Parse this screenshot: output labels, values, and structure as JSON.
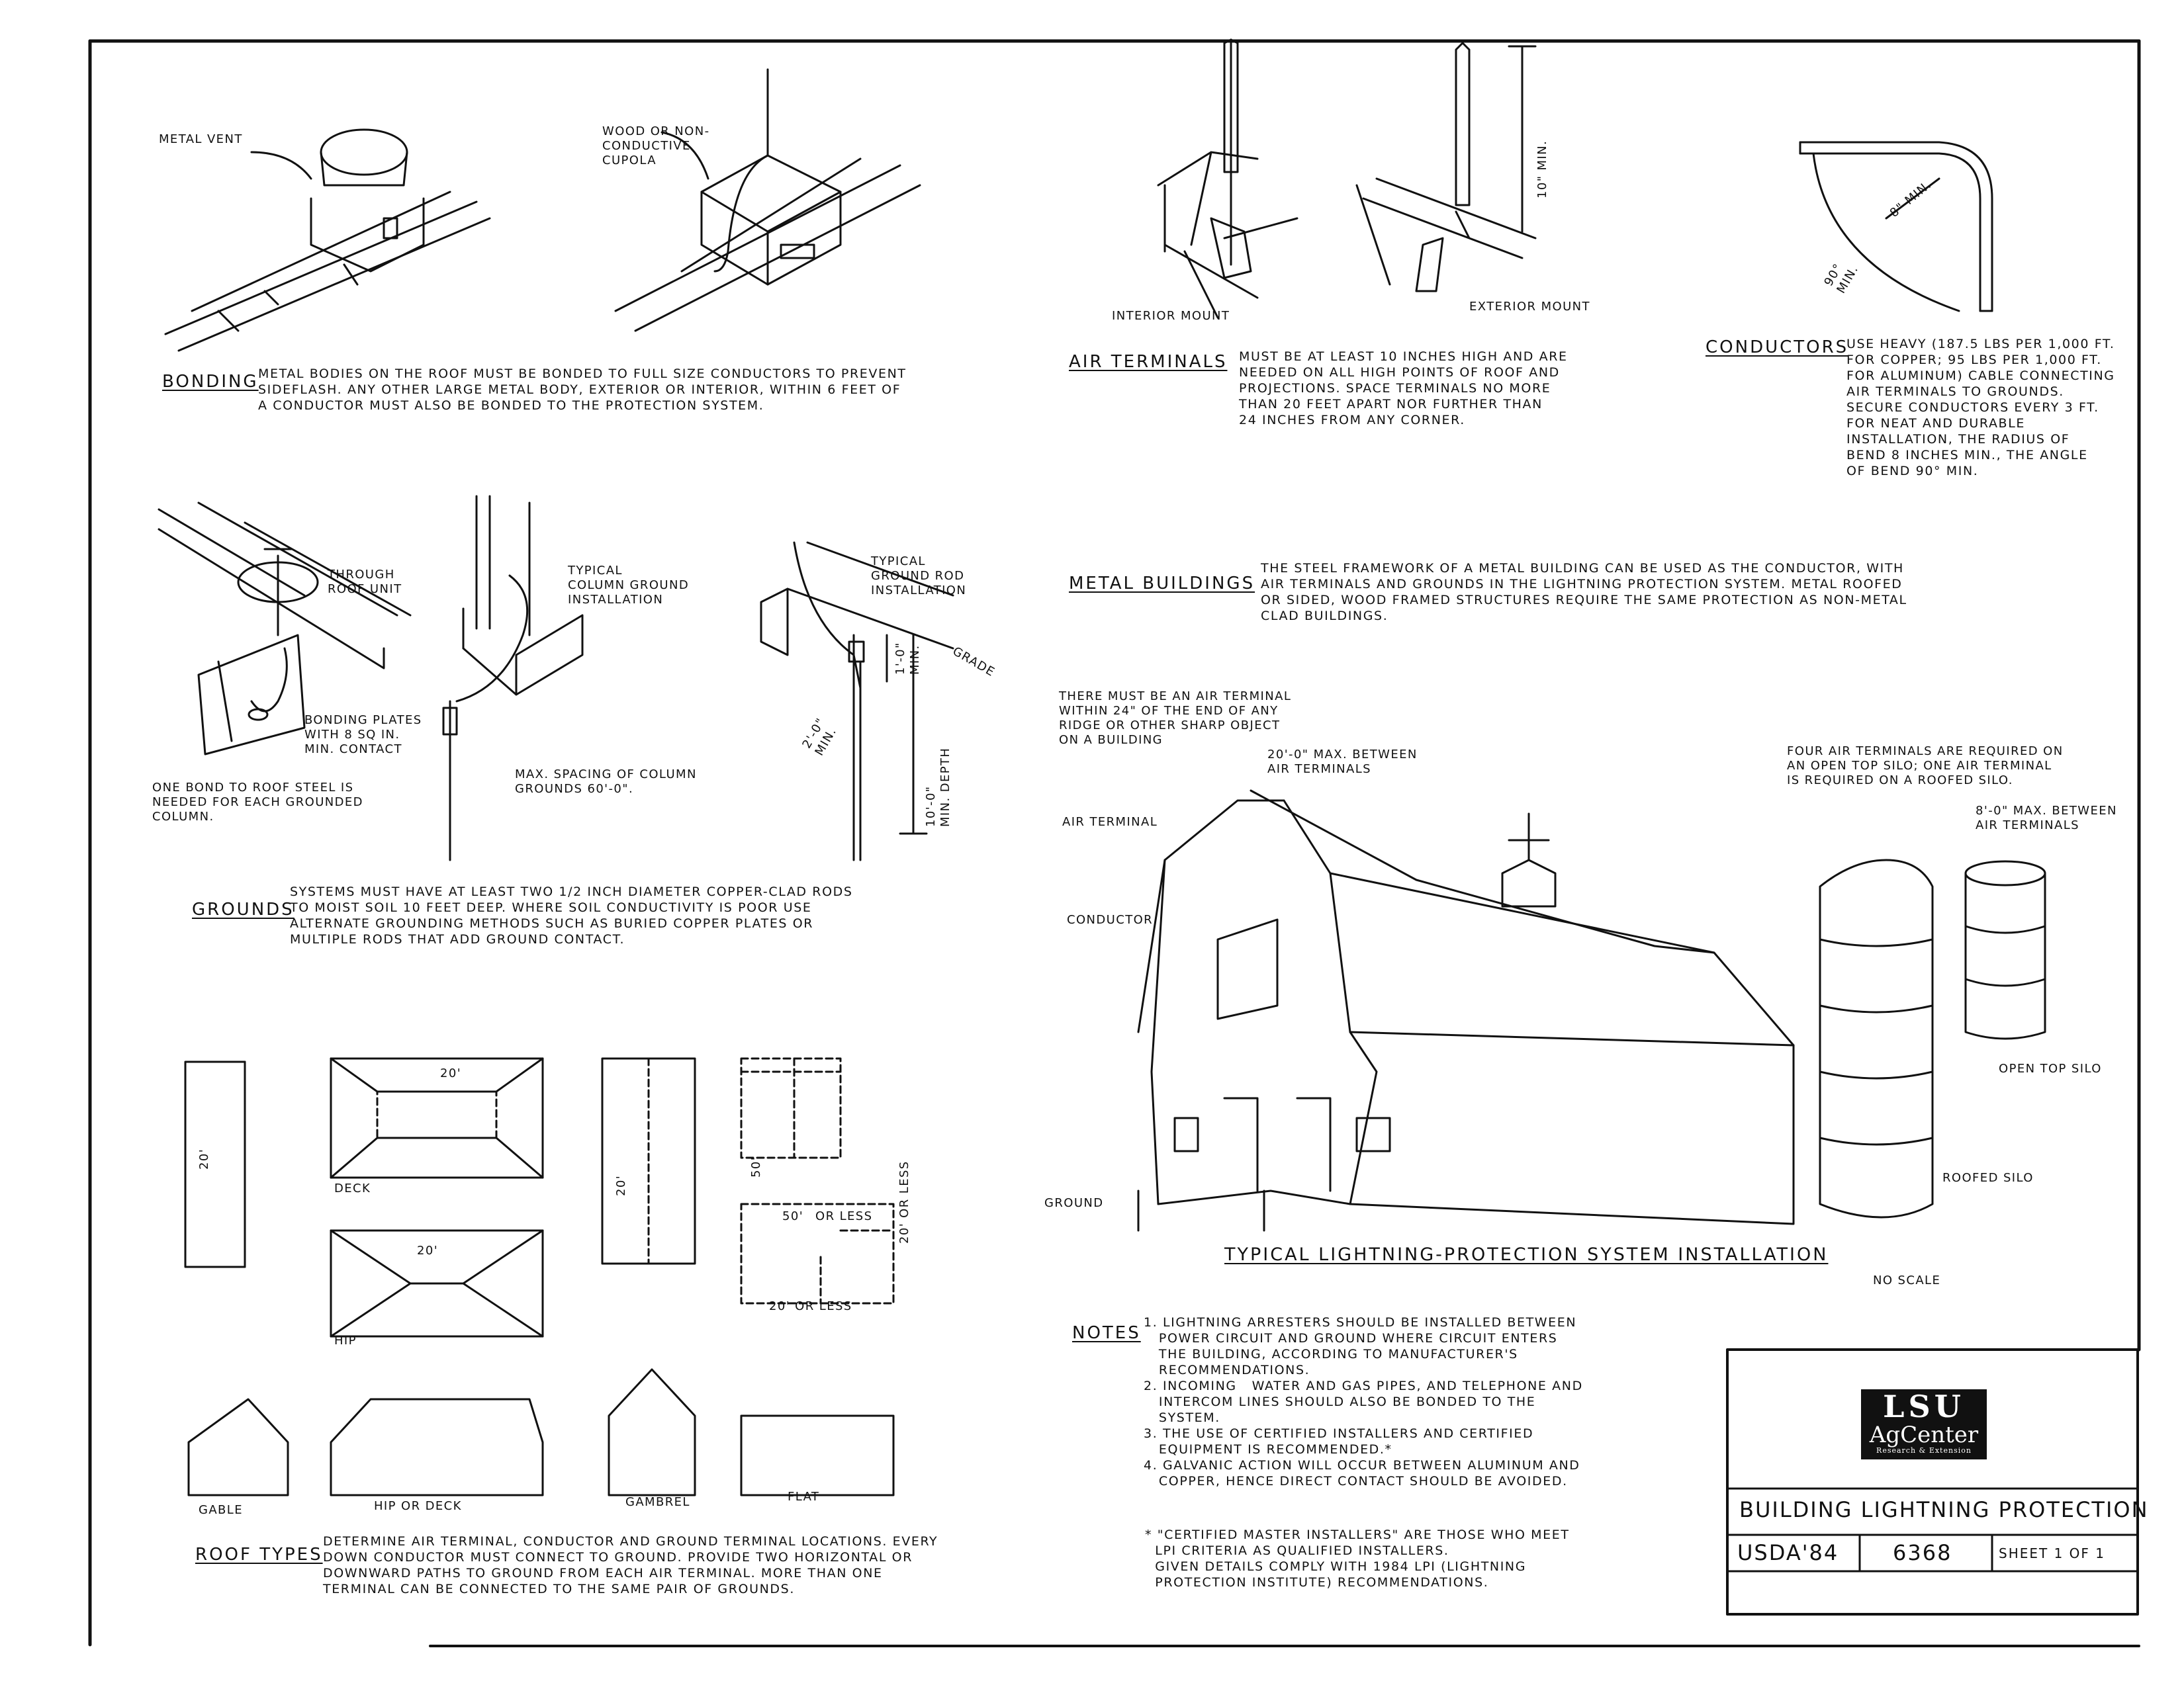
{
  "bonding": {
    "heading": "BONDING",
    "text": "METAL BODIES ON THE ROOF MUST BE BONDED TO FULL SIZE CONDUCTORS TO PREVENT\nSIDEFLASH. ANY OTHER LARGE METAL BODY, EXTERIOR OR INTERIOR, WITHIN 6 FEET OF\nA CONDUCTOR MUST ALSO BE BONDED TO THE PROTECTION SYSTEM.",
    "label_metal_vent": "METAL VENT",
    "label_cupola": "WOOD OR NON-\nCONDUCTIVE\nCUPOLA"
  },
  "air_terminals": {
    "heading": "AIR TERMINALS",
    "text": "MUST BE AT LEAST 10 INCHES HIGH AND ARE\nNEEDED ON ALL HIGH POINTS OF ROOF AND\nPROJECTIONS. SPACE TERMINALS NO MORE\nTHAN 20 FEET APART NOR FURTHER THAN\n24 INCHES FROM ANY CORNER.",
    "label_interior": "INTERIOR MOUNT",
    "label_exterior": "EXTERIOR MOUNT",
    "label_height": "10\" MIN."
  },
  "conductors": {
    "heading": "CONDUCTORS",
    "text": "USE HEAVY (187.5 LBS PER 1,000 FT.\nFOR COPPER; 95 LBS PER 1,000 FT.\nFOR ALUMINUM) CABLE CONNECTING\nAIR TERMINALS TO GROUNDS.\nSECURE CONDUCTORS EVERY 3 FT.\nFOR NEAT AND DURABLE\nINSTALLATION, THE RADIUS OF\nBEND 8 INCHES MIN., THE ANGLE\nOF BEND 90° MIN.",
    "label_radius": "8\" MIN.",
    "label_angle": "90°\nMIN."
  },
  "grounds": {
    "heading": "GROUNDS",
    "text": "SYSTEMS MUST HAVE AT LEAST TWO 1/2 INCH DIAMETER COPPER-CLAD RODS\nTO MOIST SOIL 10 FEET DEEP. WHERE SOIL CONDUCTIVITY IS POOR USE\nALTERNATE GROUNDING METHODS SUCH AS BURIED COPPER PLATES OR\nMULTIPLE RODS THAT ADD GROUND CONTACT.",
    "label_through_roof": "THROUGH\nROOF UNIT",
    "label_bonding_plates": "BONDING PLATES\nWITH 8 SQ IN.\nMIN. CONTACT",
    "label_one_bond": "ONE BOND TO ROOF STEEL IS\nNEEDED FOR EACH GROUNDED\nCOLUMN.",
    "label_column_ground": "TYPICAL\nCOLUMN GROUND\nINSTALLATION",
    "label_max_spacing": "MAX. SPACING OF COLUMN\nGROUNDS 60'-0\".",
    "label_ground_rod": "TYPICAL\nGROUND ROD\nINSTALLATION",
    "label_grade": "GRADE",
    "label_1ft": "1'-0\"\nMIN.",
    "label_2ft": "2'-0\"\nMIN.",
    "label_10ft": "10'-0\"\nMIN. DEPTH"
  },
  "metal_buildings": {
    "heading": "METAL BUILDINGS",
    "text": "THE STEEL FRAMEWORK OF A METAL BUILDING CAN BE USED AS THE CONDUCTOR, WITH\nAIR TERMINALS AND GROUNDS IN THE LIGHTNING PROTECTION SYSTEM. METAL ROOFED\nOR SIDED, WOOD FRAMED STRUCTURES REQUIRE THE SAME PROTECTION AS NON-METAL\nCLAD BUILDINGS."
  },
  "barn": {
    "label_must_be": "THERE MUST BE AN AIR TERMINAL\nWITHIN 24\" OF THE END OF ANY\nRIDGE OR OTHER SHARP OBJECT\nON A BUILDING",
    "label_spacing": "20'-0\" MAX. BETWEEN\nAIR TERMINALS",
    "label_air_terminal": "AIR TERMINAL",
    "label_conductor": "CONDUCTOR",
    "label_ground": "GROUND",
    "caption": "TYPICAL LIGHTNING-PROTECTION SYSTEM INSTALLATION",
    "label_four": "FOUR AIR TERMINALS ARE REQUIRED ON\nAN OPEN TOP SILO; ONE AIR TERMINAL\nIS REQUIRED ON A ROOFED SILO.",
    "label_8ft": "8'-0\" MAX. BETWEEN\nAIR TERMINALS",
    "label_open_top": "OPEN TOP SILO",
    "label_roofed": "ROOFED SILO",
    "no_scale": "NO SCALE"
  },
  "roof_types": {
    "heading": "ROOF TYPES",
    "text": "DETERMINE AIR TERMINAL, CONDUCTOR AND GROUND TERMINAL LOCATIONS. EVERY\nDOWN CONDUCTOR MUST CONNECT TO GROUND. PROVIDE TWO HORIZONTAL OR\nDOWNWARD PATHS TO GROUND FROM EACH AIR TERMINAL. MORE THAN ONE\nTERMINAL CAN BE CONNECTED TO THE SAME PAIR OF GROUNDS.",
    "deck": "DECK",
    "hip": "HIP",
    "gable": "GABLE",
    "hip_or_deck": "HIP OR DECK",
    "gambrel": "GAMBREL",
    "flat": "FLAT",
    "dim_20": "20'",
    "dim_50": "50'",
    "or_less": "OR LESS",
    "dim_20_or_less": "20' OR LESS"
  },
  "notes": {
    "heading": "NOTES",
    "text": "1. LIGHTNING ARRESTERS SHOULD BE INSTALLED BETWEEN\n   POWER CIRCUIT AND GROUND WHERE CIRCUIT ENTERS\n   THE BUILDING, ACCORDING TO MANUFACTURER'S\n   RECOMMENDATIONS.\n2. INCOMING   WATER AND GAS PIPES, AND TELEPHONE AND\n   INTERCOM LINES SHOULD ALSO BE BONDED TO THE\n   SYSTEM.\n3. THE USE OF CERTIFIED INSTALLERS AND CERTIFIED\n   EQUIPMENT IS RECOMMENDED.*\n4. GALVANIC ACTION WILL OCCUR BETWEEN ALUMINUM AND\n   COPPER, HENCE DIRECT CONTACT SHOULD BE AVOIDED.",
    "footnote": "* \"CERTIFIED MASTER INSTALLERS\" ARE THOSE WHO MEET\n  LPI CRITERIA AS QUALIFIED INSTALLERS.\n  GIVEN DETAILS COMPLY WITH 1984 LPI (LIGHTNING\n  PROTECTION INSTITUTE) RECOMMENDATIONS."
  },
  "title_block": {
    "logo_top": "LSU",
    "logo_mid": "AgCenter",
    "logo_sub": "Research & Extension",
    "title": "BUILDING LIGHTNING PROTECTION",
    "code": "USDA'84",
    "number": "6368",
    "sheet": "SHEET 1 OF 1"
  }
}
